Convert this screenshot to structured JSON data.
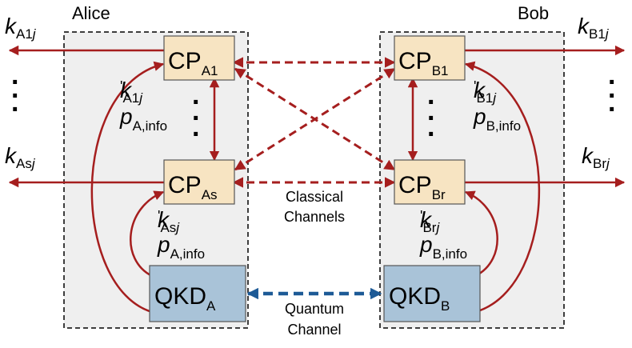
{
  "colors": {
    "cp_fill": "#f7e4c2",
    "qkd_fill": "#a9c3d8",
    "arrow_red": "#a51e1e",
    "arrow_blue": "#1d5a96",
    "region_fill": "#efefef"
  },
  "alice": {
    "name": "Alice",
    "cp_top": {
      "main": "CP",
      "sub": "A1"
    },
    "cp_bottom": {
      "main": "CP",
      "sub": "As"
    },
    "qkd": {
      "main": "QKD",
      "sub": "A"
    },
    "key_top": {
      "k": "k",
      "sub": "A1",
      "j": "j"
    },
    "key_bottom": {
      "k": "k",
      "sub": "As",
      "j": "j"
    },
    "info_top": {
      "kp": "k",
      "kp_sub": "A1",
      "j": "j",
      "p": "p",
      "p_sub": "A,info"
    },
    "info_bottom": {
      "kp": "k",
      "kp_sub": "As",
      "j": "j",
      "p": "p",
      "p_sub": "A,info"
    }
  },
  "bob": {
    "name": "Bob",
    "cp_top": {
      "main": "CP",
      "sub": "B1"
    },
    "cp_bottom": {
      "main": "CP",
      "sub": "Br"
    },
    "qkd": {
      "main": "QKD",
      "sub": "B"
    },
    "key_top": {
      "k": "k",
      "sub": "B1",
      "j": "j"
    },
    "key_bottom": {
      "k": "k",
      "sub": "Br",
      "j": "j"
    },
    "info_top": {
      "kp": "k",
      "kp_sub": "B1",
      "j": "j",
      "p": "p",
      "p_sub": "B,info"
    },
    "info_bottom": {
      "kp": "k",
      "kp_sub": "Br",
      "j": "j",
      "p": "p",
      "p_sub": "B,info"
    }
  },
  "channels": {
    "classical_line1": "Classical",
    "classical_line2": "Channels",
    "quantum_line1": "Quantum",
    "quantum_line2": "Channel"
  }
}
